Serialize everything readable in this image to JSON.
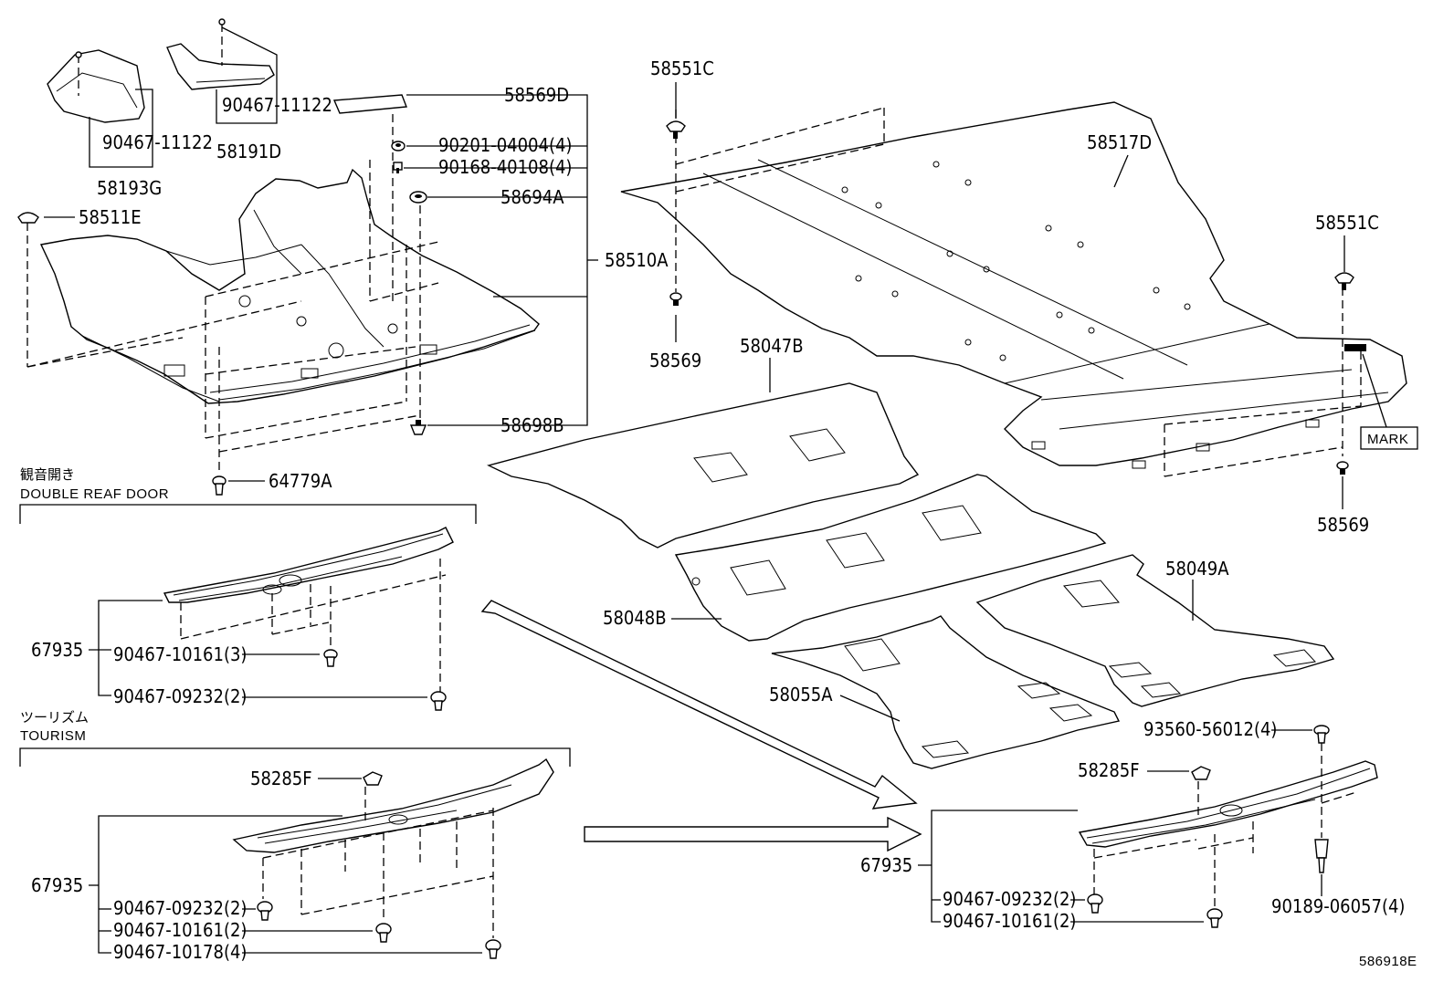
{
  "parts": {
    "p58193G": "58193G",
    "p90467_11122_a": "90467-11122",
    "p90467_11122_b": "90467-11122",
    "p58191D": "58191D",
    "p58569D": "58569D",
    "p90201_04004": "90201-04004(4)",
    "p90168_40108": "90168-40108(4)",
    "p58694A": "58694A",
    "p58510A": "58510A",
    "p58698B": "58698B",
    "p58511E": "58511E",
    "p64779A": "64779A",
    "p58551C_a": "58551C",
    "p58551C_b": "58551C",
    "p58569_a": "58569",
    "p58569_b": "58569",
    "p58517D": "58517D",
    "p58047B": "58047B",
    "p58048B": "58048B",
    "p58049A": "58049A",
    "p58055A": "58055A",
    "p67935_a": "67935",
    "p90467_10161_3": "90467-10161(3)",
    "p90467_09232_2a": "90467-09232(2)",
    "p67935_b": "67935",
    "p58285F_a": "58285F",
    "p90467_09232_2b": "90467-09232(2)",
    "p90467_10161_2a": "90467-10161(2)",
    "p90467_10178_4": "90467-10178(4)",
    "p93560_56012": "93560-56012(4)",
    "p58285F_b": "58285F",
    "p67935_c": "67935",
    "p90467_09232_2c": "90467-09232(2)",
    "p90467_10161_2b": "90467-10161(2)",
    "p90189_06057": "90189-06057(4)"
  },
  "notes": {
    "mark": "MARK",
    "double_door_jp": "観音開き",
    "double_door_en": "DOUBLE REAF DOOR",
    "tourism_jp": "ツーリズム",
    "tourism_en": "TOURISM",
    "drawing_id": "586918E"
  }
}
